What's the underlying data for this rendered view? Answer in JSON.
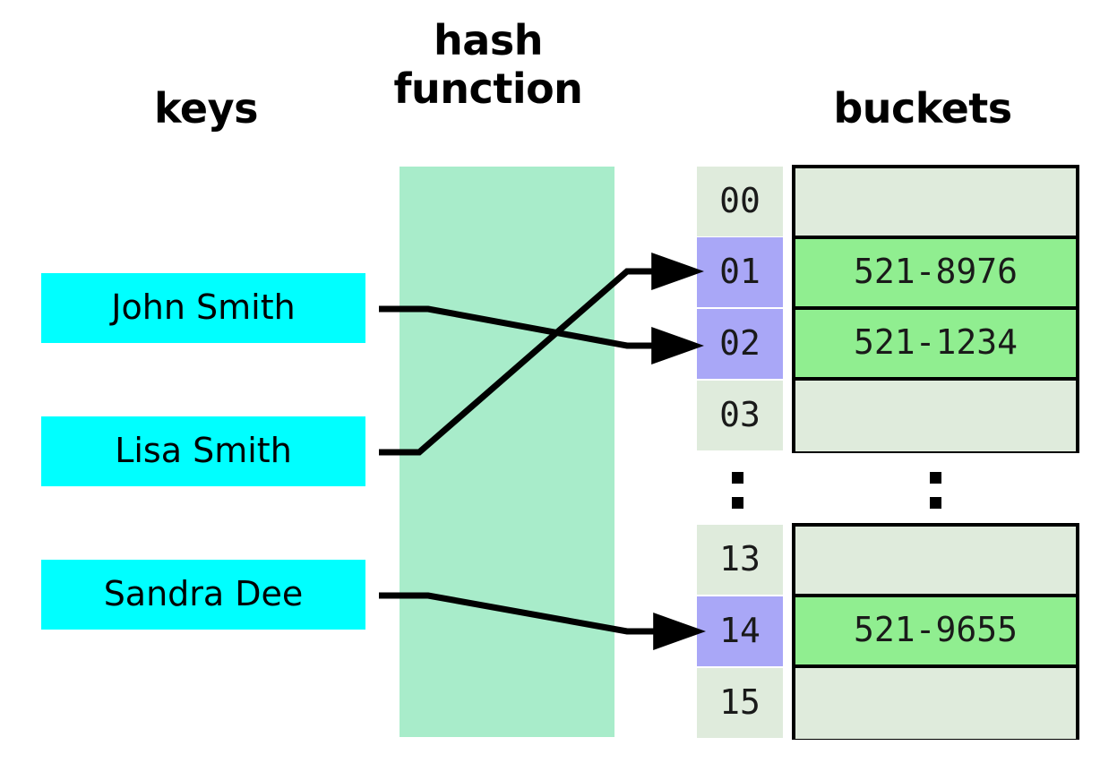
{
  "headings": {
    "keys": "keys",
    "hash_function": "hash\nfunction",
    "buckets": "buckets"
  },
  "keys": [
    {
      "label": "John Smith"
    },
    {
      "label": "Lisa Smith"
    },
    {
      "label": "Sandra Dee"
    }
  ],
  "index_groups": [
    {
      "cells": [
        {
          "label": "00",
          "state": "empty"
        },
        {
          "label": "01",
          "state": "filled"
        },
        {
          "label": "02",
          "state": "filled"
        },
        {
          "label": "03",
          "state": "empty"
        }
      ]
    },
    {
      "cells": [
        {
          "label": "13",
          "state": "empty"
        },
        {
          "label": "14",
          "state": "filled"
        },
        {
          "label": "15",
          "state": "empty"
        }
      ]
    }
  ],
  "bucket_groups": [
    {
      "rows": [
        {
          "value": "",
          "state": "empty"
        },
        {
          "value": "521-8976",
          "state": "filled"
        },
        {
          "value": "521-1234",
          "state": "filled"
        },
        {
          "value": "",
          "state": "empty"
        }
      ]
    },
    {
      "rows": [
        {
          "value": "",
          "state": "empty"
        },
        {
          "value": "521-9655",
          "state": "filled"
        },
        {
          "value": "",
          "state": "empty"
        }
      ]
    }
  ],
  "mappings": [
    {
      "key": "John Smith",
      "index": "02",
      "value": "521-1234"
    },
    {
      "key": "Lisa Smith",
      "index": "01",
      "value": "521-8976"
    },
    {
      "key": "Sandra Dee",
      "index": "14",
      "value": "521-9655"
    }
  ],
  "ellipsis": {
    "glyph": "⋮"
  },
  "colors": {
    "key_box": "#00ffff",
    "hash_band": "#a8ecca",
    "index_empty": "#dfebdc",
    "index_filled": "#a9a7f7",
    "bucket_empty": "#dfebdc",
    "bucket_filled": "#90ee90",
    "stroke": "#000000",
    "text": "#000000"
  }
}
